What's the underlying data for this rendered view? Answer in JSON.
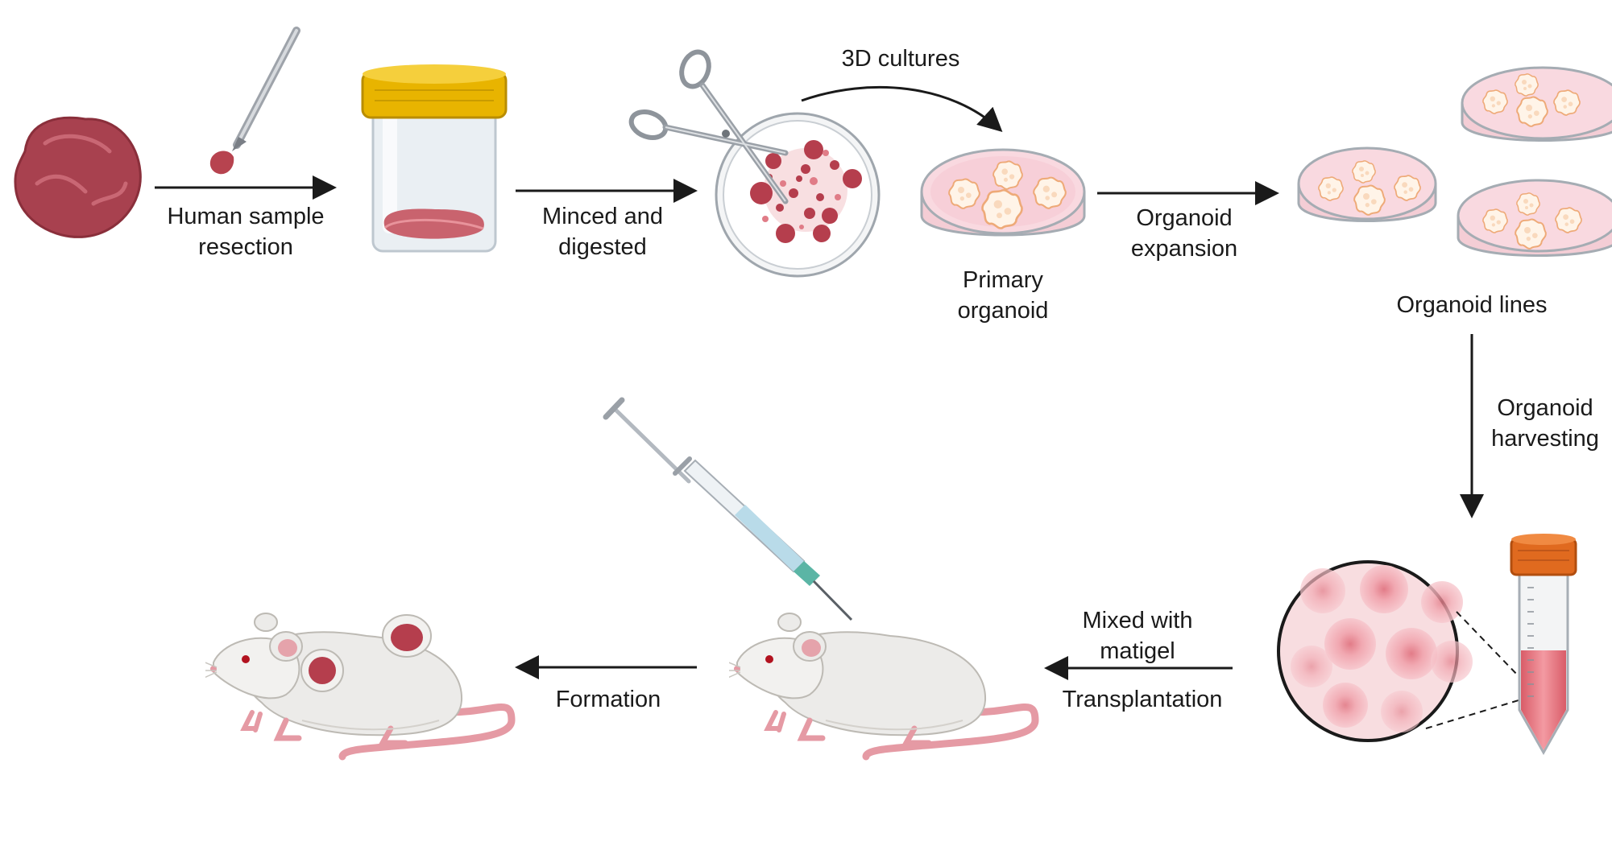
{
  "labels": {
    "human_sample_resection": [
      "Human sample",
      "resection"
    ],
    "minced_and_digested": [
      "Minced and",
      "digested"
    ],
    "cultures_3d": "3D cultures",
    "primary_organoid": [
      "Primary",
      "organoid"
    ],
    "organoid_expansion": [
      "Organoid",
      "expansion"
    ],
    "organoid_lines": "Organoid lines",
    "organoid_harvesting": [
      "Organoid",
      "harvesting"
    ],
    "mixed_with_matigel": [
      "Mixed with",
      "matigel"
    ],
    "transplantation": "Transplantation",
    "formation": "Formation"
  },
  "colors": {
    "arrow": "#1a1a1a",
    "tissue": "#a8414f",
    "tissue_light": "#c96774",
    "jar_lid": "#e8b400",
    "dish_fill": "#f7d0da",
    "organoid": "#f4c3a0",
    "tube_cap": "#e06a1f",
    "tube_liquid": "#e77f86",
    "cell_fill": "#f3b4bb",
    "mouse_body": "#ecebe9",
    "mouse_pink": "#e59aa4"
  },
  "icons": {
    "tissue": "tissue-sample-icon",
    "forceps": "forceps-icon",
    "jar": "specimen-jar-icon",
    "scissors": "scissors-icon",
    "dish": "petri-dish-icon",
    "tube": "conical-tube-icon",
    "syringe": "syringe-icon",
    "mouse": "mouse-icon"
  }
}
